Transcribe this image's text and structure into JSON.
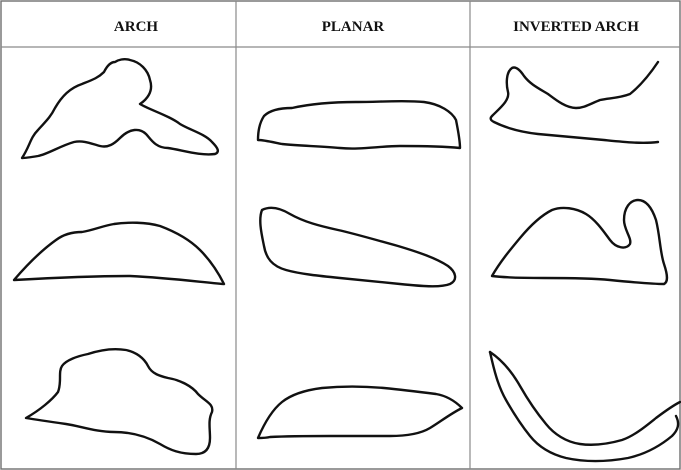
{
  "table": {
    "columns": [
      {
        "header": "ARCH",
        "shapes": [
          "arch-profile-1",
          "arch-profile-2",
          "arch-profile-3"
        ]
      },
      {
        "header": "PLANAR",
        "shapes": [
          "planar-profile-1",
          "planar-profile-2",
          "planar-profile-3"
        ]
      },
      {
        "header": "INVERTED ARCH",
        "shapes": [
          "inverted-arch-profile-1",
          "inverted-arch-profile-2",
          "inverted-arch-profile-3"
        ]
      }
    ],
    "line_color": "#111111",
    "grid_color": "#8a8a8a",
    "background": "#ffffff"
  }
}
